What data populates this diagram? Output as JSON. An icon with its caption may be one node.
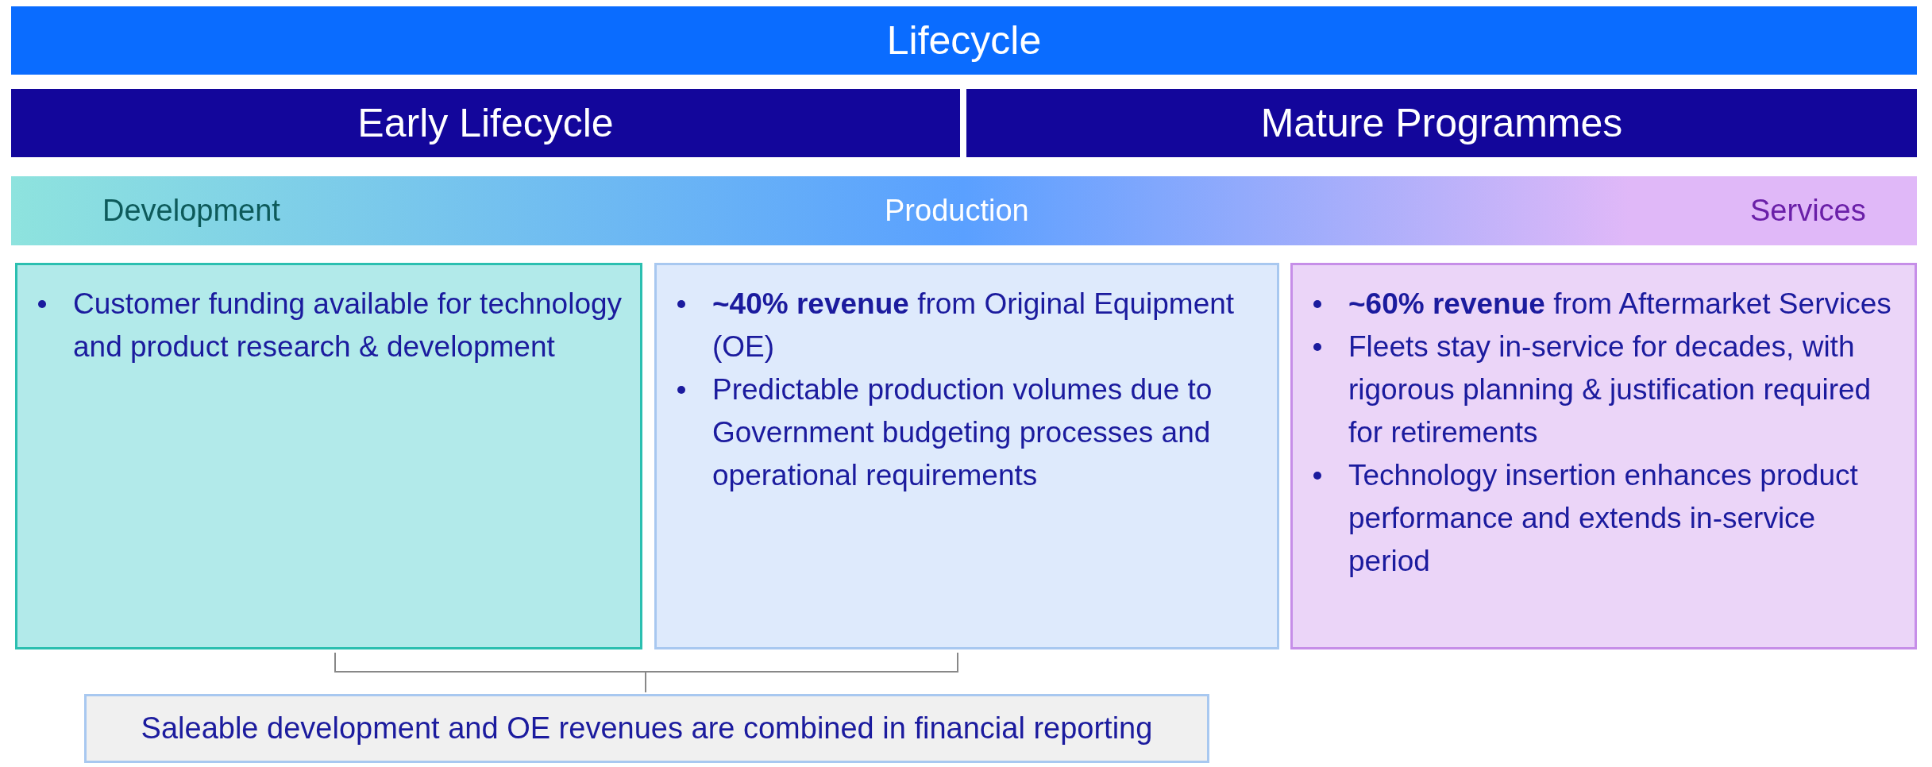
{
  "diagram": {
    "nodes": [
      {
        "text": [
          "Lifecycle"
        ]
      },
      {
        "text": [
          "Early Lifecycle"
        ]
      },
      {
        "text": [
          "Mature Programmes"
        ]
      },
      {
        "text": [
          "Development",
          "Production",
          "Services"
        ]
      },
      {
        "text": [
          "Customer funding available for technology and product research & development"
        ]
      },
      {
        "text": [
          "**~40% revenue** from Original Equipment (OE)",
          "Predictable production volumes due to Government budgeting processes and operational requirements"
        ]
      },
      {
        "text": [
          "**~60% revenue** from Aftermarket Services",
          "Fleets stay in-service for decades, with rigorous planning & justification required for retirements",
          "Technology insertion enhances product performance and extends in-service period"
        ]
      },
      {
        "text": [
          "Saleable development and OE revenues are combined in financial reporting"
        ]
      }
    ]
  }
}
